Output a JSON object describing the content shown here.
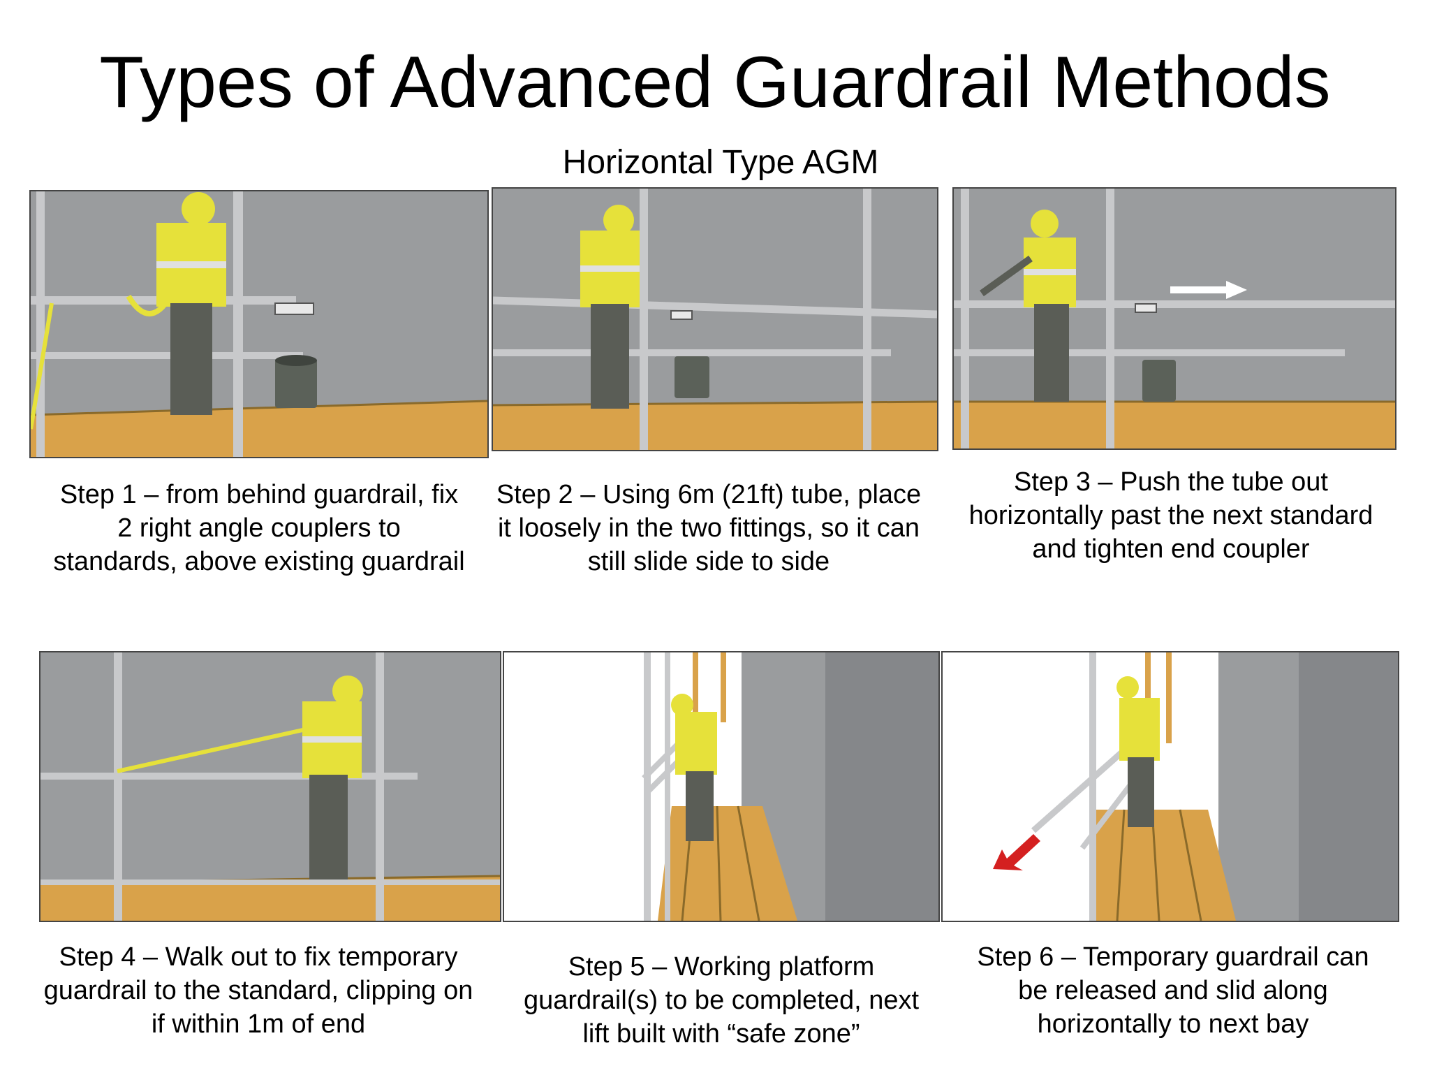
{
  "title": "Types of Advanced Guardrail Methods",
  "subtitle": "Horizontal Type AGM",
  "steps": [
    {
      "caption": "Step 1 – from behind guardrail, fix 2 right angle couplers to standards, above existing guardrail"
    },
    {
      "caption": "Step 2 – Using 6m (21ft) tube, place it loosely in the two fittings, so it can still slide side to side"
    },
    {
      "caption": "Step 3 – Push the tube out horizontally past the next standard and tighten end coupler"
    },
    {
      "caption": "Step 4 – Walk out to fix temporary guardrail to the standard, clipping on if within 1m of end"
    },
    {
      "caption": "Step 5 – Working platform guardrail(s) to be completed, next lift built with “safe zone”"
    },
    {
      "caption": "Step 6 – Temporary guardrail can be released and slid along horizontally to next bay"
    }
  ],
  "colors": {
    "wall": "#9a9c9e",
    "platform": "#d9a24a",
    "tube": "#c8c9cb",
    "hi_vis": "#e6e13a",
    "trousers": "#5a5d56",
    "arrow_white": "#ffffff",
    "arrow_red": "#d42020"
  }
}
